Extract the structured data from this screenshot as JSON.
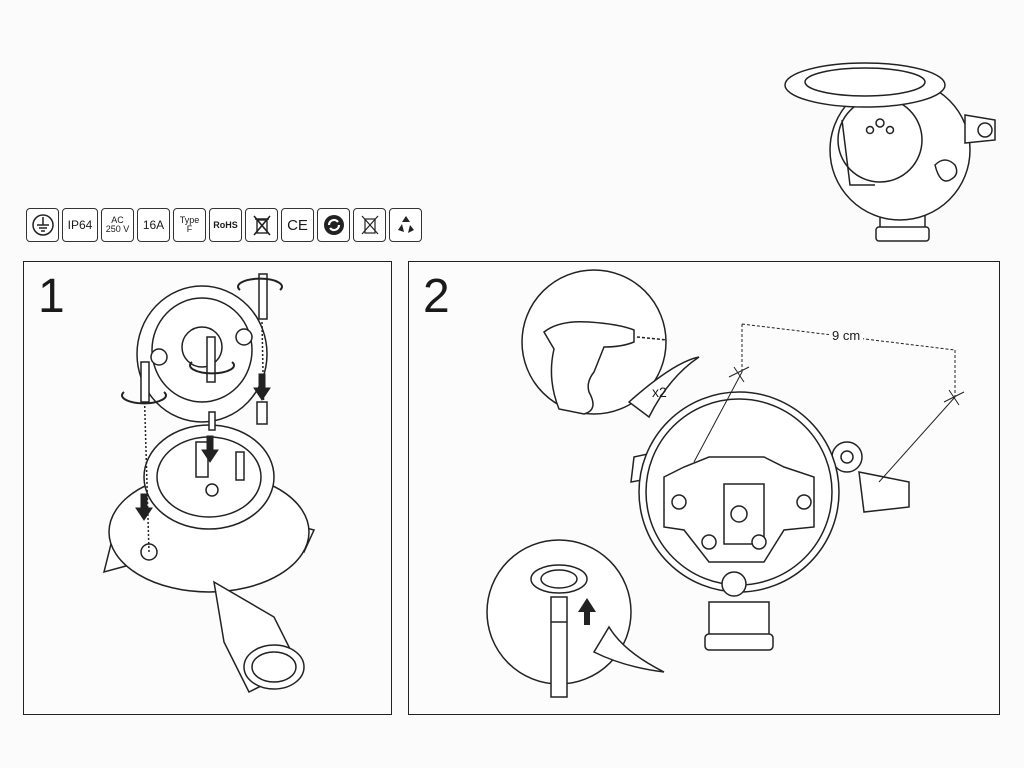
{
  "certifications": [
    {
      "id": "earth",
      "icon": "earth-ground-icon"
    },
    {
      "id": "ip",
      "text": "IP64"
    },
    {
      "id": "ac",
      "line1": "AC",
      "line2": "250 V"
    },
    {
      "id": "amp",
      "text": "16A"
    },
    {
      "id": "type",
      "line1": "Type",
      "line2": "F"
    },
    {
      "id": "rohs",
      "text": "RoHS"
    },
    {
      "id": "weee",
      "icon": "weee-bin-icon"
    },
    {
      "id": "ce",
      "text": "CE"
    },
    {
      "id": "recycle",
      "icon": "green-dot-icon"
    },
    {
      "id": "nobin",
      "icon": "no-bin-icon"
    },
    {
      "id": "recycle2",
      "icon": "recycle-icon"
    }
  ],
  "steps": [
    {
      "number": "1"
    },
    {
      "number": "2",
      "dimension": "9 cm",
      "multiplier": "x2"
    }
  ],
  "colors": {
    "line": "#222222",
    "background": "#fbfbfb"
  }
}
